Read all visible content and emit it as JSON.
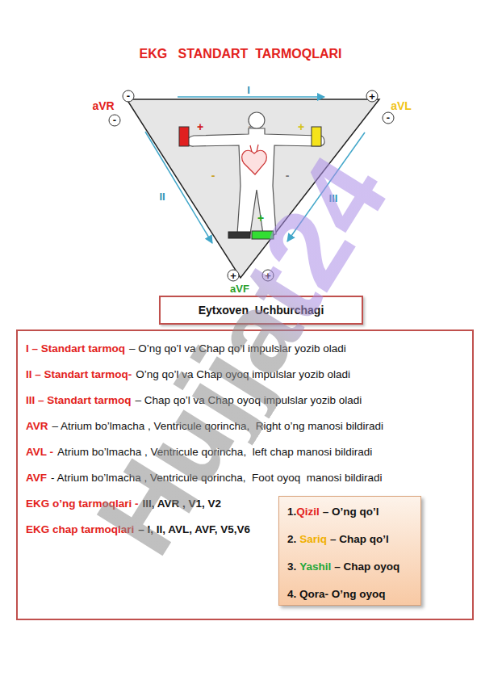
{
  "diagram": {
    "title": "EKG   STANDART  TARMOQLARI",
    "nodes": [
      {
        "text": [
          "Eytxoven  Uchburchagi"
        ]
      },
      {
        "text": [
          "I – Standart tarmoq",
          "– O’ng qo’l va Chap qo’l impulslar yozib oladi",
          "II – Standart tarmoq-",
          "O’ng qo’l va Chap oyoq impulslar yozib oladi",
          "III – Standart tarmoq",
          "– Chap qo’l va Chap oyoq impulslar yozib oladi",
          "AVR",
          "– Atrium bo’lmacha , Ventricule qorincha,  Right o’ng manosi bildiradi",
          "AVL -",
          "Atrium bo’lmacha , Ventricule qorincha,  left chap manosi bildiradi",
          "AVF",
          "- Atrium bo’lmacha , Ventricule qorincha,  Foot oyoq  manosi bildiradi",
          "EKG o’ng tarmoqlari -",
          "III, AVR , V1, V2",
          "EKG chap tarmoqlari",
          "– I, II, AVL, AVF, V5,V6"
        ]
      },
      {
        "text": [
          "1.",
          "Qizil",
          "– O’ng qo’l",
          "2.",
          "Sariq",
          "– Chap qo’l",
          "3.",
          "Yashil",
          "– Chap oyoq",
          "4. Qora- O’ng oyoq"
        ],
        "in": 1
      }
    ],
    "labels": [
      "aVR",
      "-",
      "I",
      "+",
      "aVL",
      "-",
      "-",
      "+",
      "-",
      "+",
      "-",
      "-",
      "II",
      "III",
      "+",
      "+",
      "+",
      "aVF",
      "Hujjat24"
    ]
  }
}
